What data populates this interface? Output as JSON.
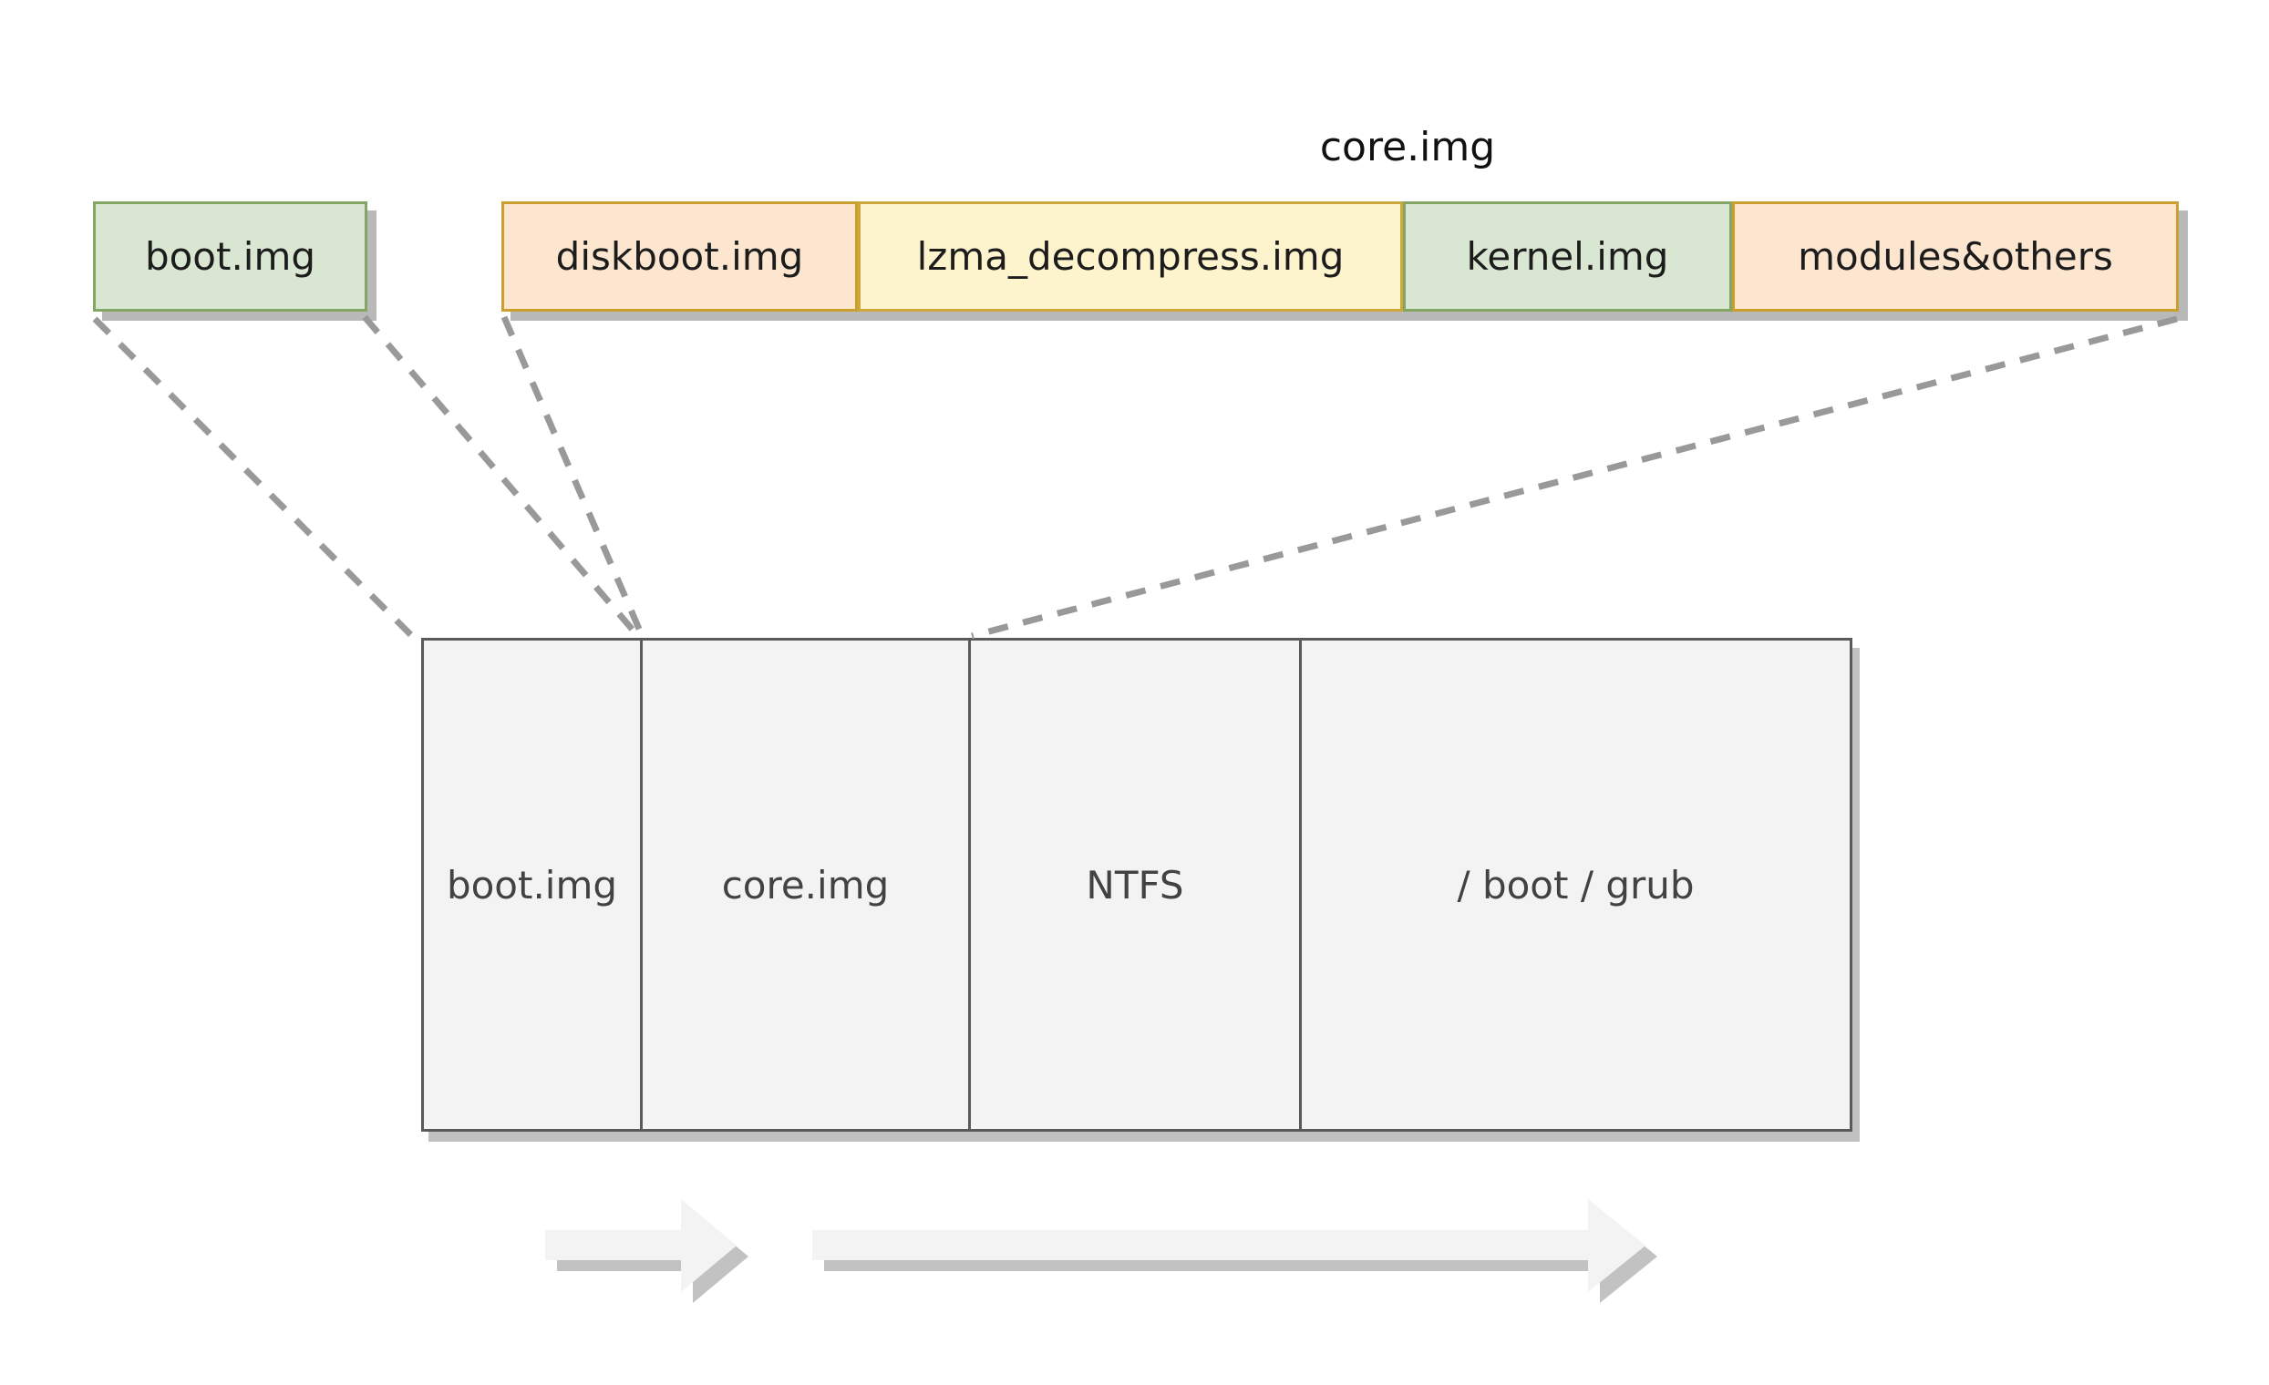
{
  "boot_img_box": {
    "label": "boot.img"
  },
  "core_img_group": {
    "label": "core.img",
    "segments": [
      {
        "label": "diskboot.img"
      },
      {
        "label": "lzma_decompress.img"
      },
      {
        "label": "kernel.img"
      },
      {
        "label": "modules&others"
      }
    ]
  },
  "disk_layout": {
    "sections": [
      {
        "label": "boot.img"
      },
      {
        "label": "core.img"
      },
      {
        "label": "NTFS"
      },
      {
        "label": "/ boot / grub"
      }
    ]
  },
  "colors": {
    "green_fill": "#d9e7d2",
    "green_border": "#85a565",
    "peach_fill": "#fce6d0",
    "yellow_fill": "#fdf3cd",
    "gold_border": "#c9a02e",
    "disk_fill": "#f3f3f3",
    "disk_border": "#5a5a5a",
    "disk_text": "#424242",
    "connector_gray": "#999999",
    "shadow_gray": "#b9b9b9",
    "arrow_fill": "#f3f3f3",
    "arrow_shadow": "#c2c2c2"
  }
}
